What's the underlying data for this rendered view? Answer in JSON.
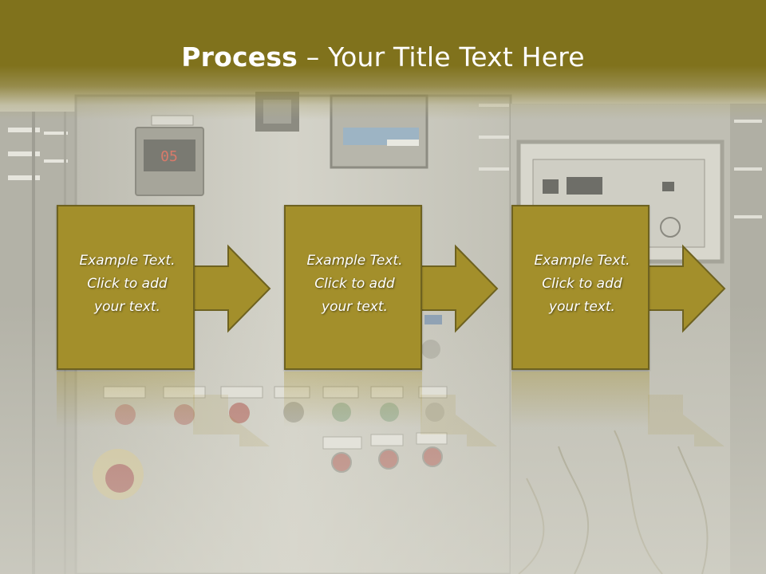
{
  "slide": {
    "title_bold": "Process",
    "title_rest": " – Your Title Text Here"
  },
  "steps": [
    {
      "line1": "Example Text.",
      "line2": "Click  to add",
      "line3": "your text."
    },
    {
      "line1": "Example Text.",
      "line2": "Click  to add",
      "line3": "your text."
    },
    {
      "line1": "Example Text.",
      "line2": "Click  to add",
      "line3": "your text."
    }
  ],
  "colors": {
    "accent": "#80721c",
    "box_fill": "#a38f2b",
    "box_border": "#6e6220",
    "text": "#ffffff"
  },
  "display_7seg": "05"
}
